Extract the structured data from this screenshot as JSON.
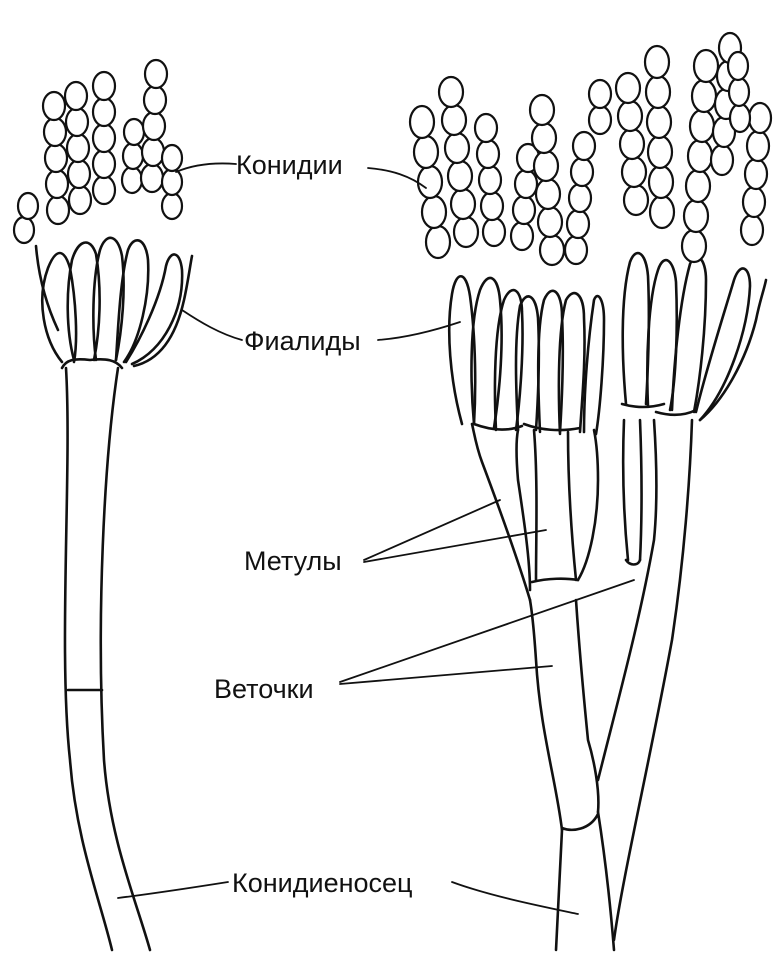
{
  "labels": {
    "conidia": "Конидии",
    "phialides": "Фиалиды",
    "metulae": "Метулы",
    "branches": "Веточки",
    "conidiophore": "Конидиеносец"
  }
}
